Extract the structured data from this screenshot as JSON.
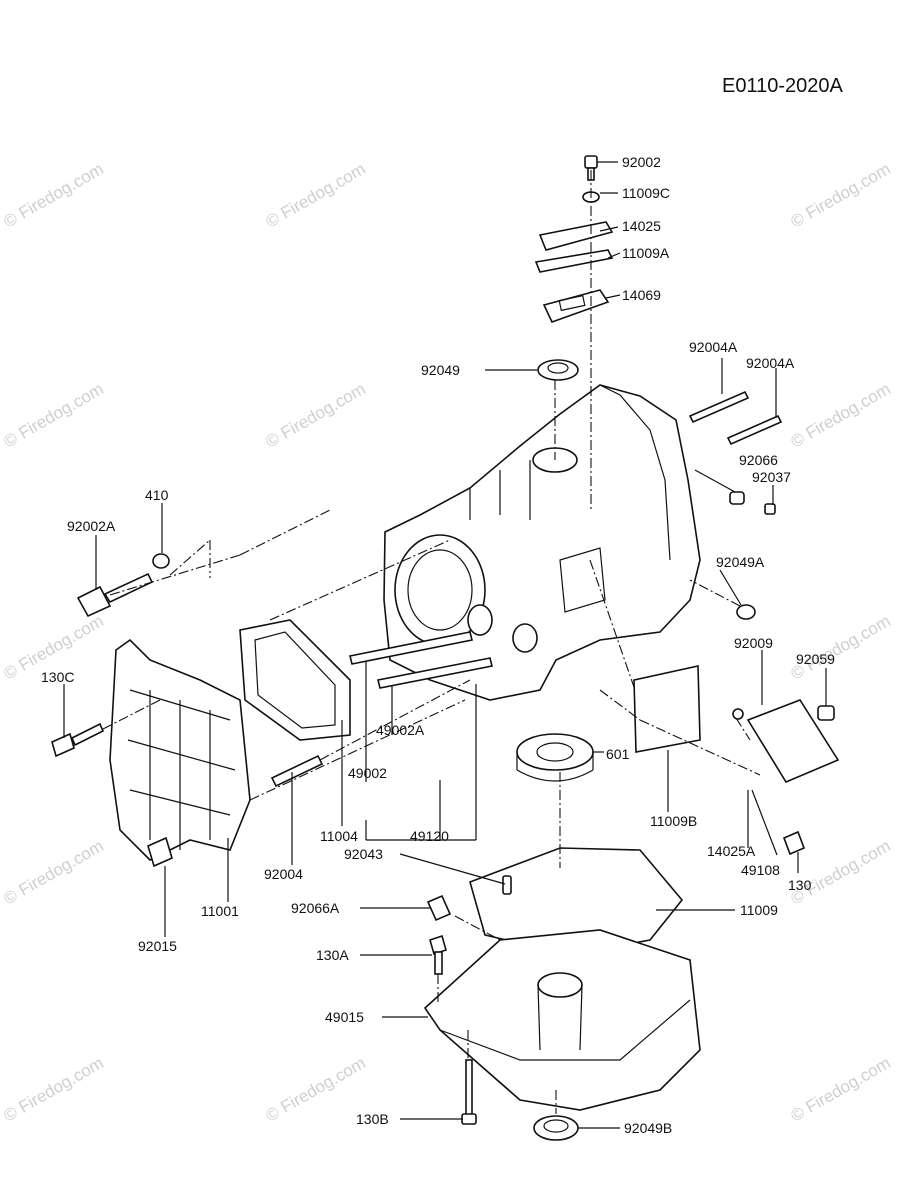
{
  "diagram_code": "E0110-2020A",
  "watermark": "© Firedog.com",
  "parts": {
    "p92002": "92002",
    "p11009C": "11009C",
    "p14025": "14025",
    "p11009A": "11009A",
    "p14069": "14069",
    "p92004A_1": "92004A",
    "p92004A_2": "92004A",
    "p92049": "92049",
    "p92066": "92066",
    "p92037": "92037",
    "p410": "410",
    "p92002A": "92002A",
    "p92049A": "92049A",
    "p130C": "130C",
    "p92009": "92009",
    "p92059": "92059",
    "p49002A": "49002A",
    "p601": "601",
    "p49002": "49002",
    "p11009B": "11009B",
    "p11004": "11004",
    "p49120": "49120",
    "p14025A": "14025A",
    "p92043": "92043",
    "p49108": "49108",
    "p130": "130",
    "p92004": "92004",
    "p11001": "11001",
    "p92066A": "92066A",
    "p11009": "11009",
    "p92015": "92015",
    "p130A": "130A",
    "p49015": "49015",
    "p130B": "130B",
    "p92049B": "92049B"
  }
}
